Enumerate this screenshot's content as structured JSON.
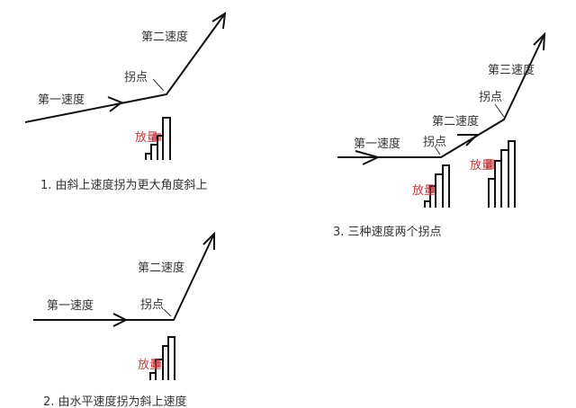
{
  "diagram1": {
    "first_speed": "第一速度",
    "second_speed": "第二速度",
    "turning_point": "拐点",
    "volume": "放量",
    "caption": "1. 由斜上速度拐为更大角度斜上"
  },
  "diagram2": {
    "first_speed": "第一速度",
    "second_speed": "第二速度",
    "turning_point": "拐点",
    "volume": "放量",
    "caption": "2. 由水平速度拐为斜上速度"
  },
  "diagram3": {
    "first_speed": "第一速度",
    "second_speed": "第二速度",
    "third_speed": "第三速度",
    "turning_point_1": "拐点",
    "turning_point_2": "拐点",
    "volume_1": "放量",
    "volume_2": "放量",
    "caption": "3. 三种速度两个拐点"
  },
  "colors": {
    "line": "#111111",
    "volume_label": "#c0393b",
    "text": "#333333"
  }
}
